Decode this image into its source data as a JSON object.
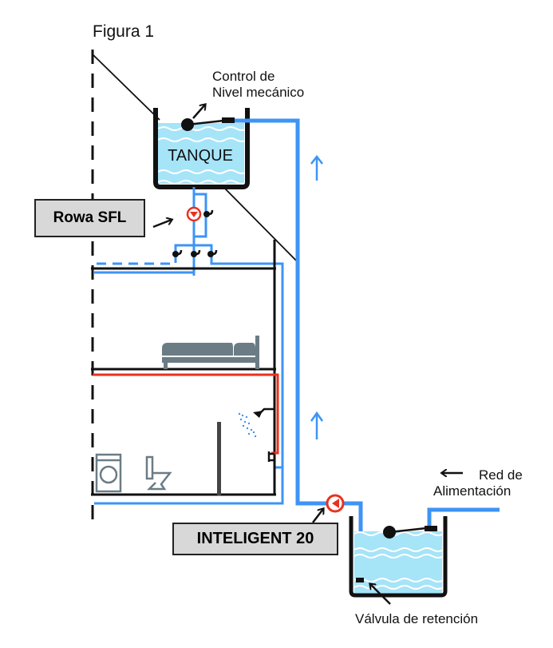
{
  "figure": {
    "title": "Figura 1",
    "labels": {
      "level_control_line1": "Control de",
      "level_control_line2": "Nivel mecánico",
      "tank": "TANQUE",
      "booster_pump": "Rowa SFL",
      "main_pump": "INTELIGENT 20",
      "supply_line1": "Red de",
      "supply_line2": "Alimentación",
      "check_valve": "Válvula de retención"
    },
    "colors": {
      "water_pipe": "#3d94f5",
      "hot_pipe": "#e8321e",
      "water_fill": "#a6e4f8",
      "structure": "#111111",
      "furniture": "#6b7c84",
      "label_box": "#d8d8d8",
      "pump": "#e8321e"
    },
    "flow_direction": "up",
    "icons": [
      "float-valve-icon",
      "pump-icon",
      "faucet-icon",
      "bed-icon",
      "shower-icon",
      "washing-machine-icon",
      "toilet-icon",
      "arrow-up-icon",
      "arrow-left-icon"
    ]
  }
}
